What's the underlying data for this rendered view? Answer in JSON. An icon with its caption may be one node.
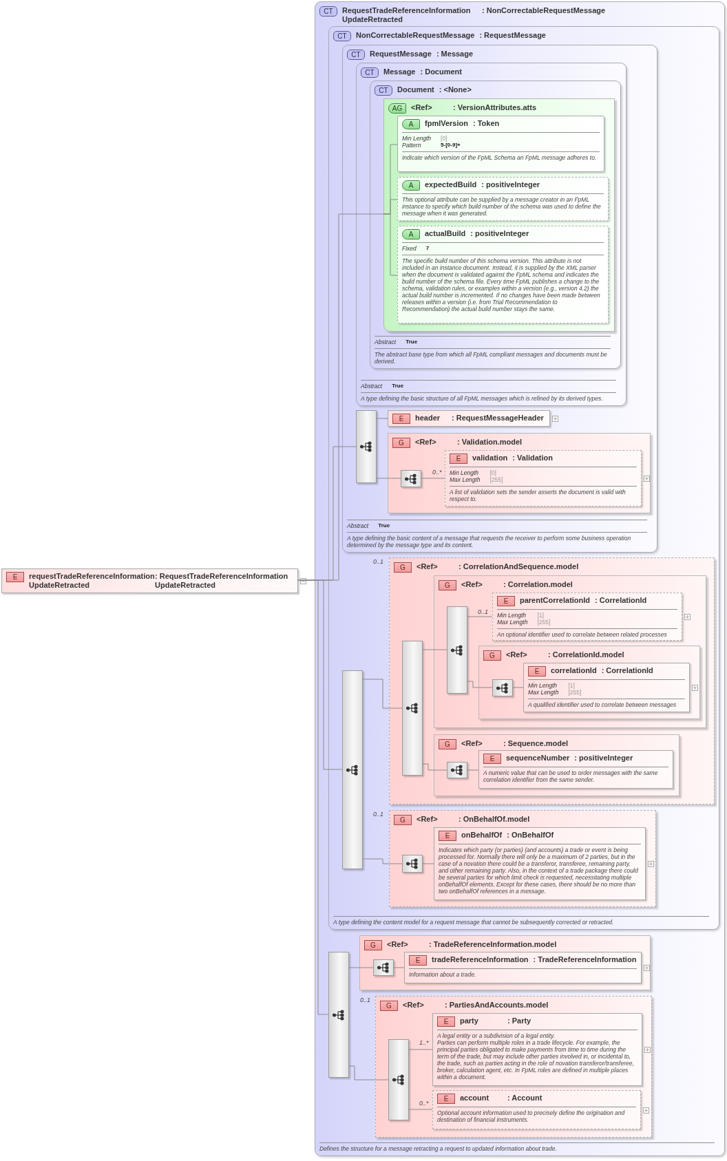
{
  "diagram": {
    "nodes": [
      {
        "text": [
          "E",
          "requestTradeReferenceInformation UpdateRetracted",
          ": RequestTradeReferenceInformation UpdateRetracted"
        ]
      },
      {
        "text": [
          "CT",
          "RequestTradeReferenceInformation UpdateRetracted",
          ": NonCorrectableRequestMessage",
          "Defines the structure for a message retracting a request to updated information about trade."
        ]
      },
      {
        "text": [
          "CT",
          "NonCorrectableRequestMessage",
          ": RequestMessage",
          "A type defining the content model for a request message that cannot be subsequently corrected or retracted."
        ],
        "in": 1
      },
      {
        "text": [
          "CT",
          "RequestMessage",
          ": Message",
          "Abstract",
          "True",
          "A type defining the basic content of a message that requests the receiver to perform some business operation determined by the message type and its content."
        ],
        "in": 2
      },
      {
        "text": [
          "CT",
          "Message",
          ": Document",
          "Abstract",
          "True",
          "A type defining the basic structure of all FpML messages which is refined by its derived types."
        ],
        "in": 3
      },
      {
        "text": [
          "CT",
          "Document",
          ": <None>",
          "Abstract",
          "True",
          "The abstract base type from which all FpML compliant messages and documents must be derived."
        ],
        "in": 4
      },
      {
        "text": [
          "AG",
          "<Ref>",
          ": VersionAttributes.atts"
        ],
        "in": 5
      },
      {
        "text": [
          "A",
          "fpmlVersion",
          ": Token",
          "Min Length",
          "[0]",
          "Pattern",
          "5-[0-9]+",
          "Indicate which version of the FpML Schema an FpML message adheres to."
        ],
        "in": 6
      },
      {
        "text": [
          "A",
          "expectedBuild",
          ": positiveInteger",
          "This optional attribute can be supplied by a message creator in an FpML instance to specify which build number of the schema was used to define the message when it was generated."
        ],
        "in": 6
      },
      {
        "text": [
          "A",
          "actualBuild",
          ": positiveInteger",
          "Fixed",
          "7",
          "The specific build number of this schema version. This attribute is not included in an instance document. Instead, it is supplied by the XML parser when the document is validated against the FpML schema and indicates the build number of the schema file. Every time FpML publishes a change to the schema, validation rules, or examples within a version (e.g., version 4.2) the actual build number is incremented. If no changes have been made between releases within a version (i.e. from Trial Recommendation to Recommendation) the actual build number stays the same."
        ],
        "in": 6
      },
      {
        "text": [],
        "shape": "box",
        "in": 3
      },
      {
        "text": [
          "E",
          "header",
          ": RequestMessageHeader"
        ],
        "in": 3
      },
      {
        "text": [
          "G",
          "<Ref>",
          ": Validation.model"
        ],
        "in": 3
      },
      {
        "text": [],
        "shape": "box",
        "in": 12
      },
      {
        "text": [
          "E",
          "validation",
          ": Validation",
          "Min Length",
          "[0]",
          "Max Length",
          "[255]",
          "A list of validation sets the sender asserts the document is valid with respect to."
        ],
        "in": 12,
        "beside": [
          "0..*"
        ]
      },
      {
        "text": [],
        "shape": "box",
        "in": 2
      },
      {
        "text": [
          "G",
          "<Ref>",
          ": CorrelationAndSequence.model"
        ],
        "in": 2,
        "beside": [
          "0..1"
        ]
      },
      {
        "text": [],
        "shape": "box",
        "in": 16
      },
      {
        "text": [
          "G",
          "<Ref>",
          ": Correlation.model"
        ],
        "in": 16
      },
      {
        "text": [],
        "shape": "box",
        "in": 18
      },
      {
        "text": [
          "E",
          "parentCorrelationId",
          ": CorrelationId",
          "Min Length",
          "[1]",
          "Max Length",
          "[255]",
          "An optional identifier used to correlate between related processes"
        ],
        "in": 18,
        "beside": [
          "0..1"
        ]
      },
      {
        "text": [
          "G",
          "<Ref>",
          ": CorrelationId.model"
        ],
        "in": 18
      },
      {
        "text": [],
        "shape": "box",
        "in": 21
      },
      {
        "text": [
          "E",
          "correlationId",
          ": CorrelationId",
          "Min Length",
          "[1]",
          "Max Length",
          "[255]",
          "A qualified identifier used to correlate between messages"
        ],
        "in": 21
      },
      {
        "text": [
          "G",
          "<Ref>",
          ": Sequence.model"
        ],
        "in": 16
      },
      {
        "text": [],
        "shape": "box",
        "in": 24
      },
      {
        "text": [
          "E",
          "sequenceNumber",
          ": positiveInteger",
          "A numeric value that can be used to order messages with the same correlation identifier from the same sender."
        ],
        "in": 24
      },
      {
        "text": [
          "G",
          "<Ref>",
          ": OnBehalfOf.model"
        ],
        "in": 2,
        "beside": [
          "0..1"
        ]
      },
      {
        "text": [],
        "shape": "box",
        "in": 27
      },
      {
        "text": [
          "E",
          "onBehalfOf",
          ": OnBehalfOf",
          "Indicates which party (or parties) (and accounts) a trade or event is being processed for. Normally there will only be a maximum of 2 parties, but in the case of a novation there could be a transferor, transferee, remaining party, and other remaining party. Also, in the context of a trade package there could be several parties for which limit check is requested, necessitating multiple onBehalfOf elements. Except for these cases, there should be no more than two onBehalfOf references in a message."
        ],
        "in": 27
      },
      {
        "text": [],
        "shape": "box",
        "in": 1
      },
      {
        "text": [
          "G",
          "<Ref>",
          ": TradeReferenceInformation.model"
        ],
        "in": 1
      },
      {
        "text": [],
        "shape": "box",
        "in": 31
      },
      {
        "text": [
          "E",
          "tradeReferenceInformation",
          ": TradeReferenceInformation",
          "Information about a trade."
        ],
        "in": 31
      },
      {
        "text": [
          "G",
          "<Ref>",
          ": PartiesAndAccounts.model"
        ],
        "in": 1,
        "beside": [
          "0..1"
        ]
      },
      {
        "text": [],
        "shape": "box",
        "in": 34
      },
      {
        "text": [
          "E",
          "party",
          ": Party",
          "A legal entity or a subdivision of a legal entity.",
          "Parties can perform multiple roles in a trade lifecycle. For example, the principal parties obligated to make payments from time to time during the term of the trade, but may include other parties involved in, or incidental to, the trade, such as parties acting in the role of novation transferor/transferee, broker, calculation agent, etc. In FpML roles are defined in multiple places within a document."
        ],
        "in": 34,
        "beside": [
          "1..*"
        ]
      },
      {
        "text": [
          "E",
          "account",
          ": Account",
          "Optional account information used to precisely define the origination and destination of financial instruments."
        ],
        "in": 34,
        "beside": [
          "0..*"
        ]
      }
    ],
    "edges": [
      {
        "from": 0,
        "to": 6,
        "arrow": "none"
      },
      {
        "from": 0,
        "to": 10,
        "arrow": "none"
      },
      {
        "from": 0,
        "to": 15,
        "arrow": "none"
      },
      {
        "from": 0,
        "to": 30,
        "arrow": "none"
      },
      {
        "from": 6,
        "to": 7,
        "arrow": "none"
      },
      {
        "from": 6,
        "to": 8,
        "arrow": "none"
      },
      {
        "from": 6,
        "to": 9,
        "arrow": "none"
      },
      {
        "from": 10,
        "to": 11,
        "arrow": "none"
      },
      {
        "from": 10,
        "to": 13,
        "arrow": "none"
      },
      {
        "from": 13,
        "to": 14,
        "arrow": "none"
      },
      {
        "from": 15,
        "to": 17,
        "arrow": "none"
      },
      {
        "from": 15,
        "to": 28,
        "arrow": "none"
      },
      {
        "from": 17,
        "to": 19,
        "arrow": "none"
      },
      {
        "from": 17,
        "to": 25,
        "arrow": "none"
      },
      {
        "from": 19,
        "to": 20,
        "arrow": "none"
      },
      {
        "from": 19,
        "to": 22,
        "arrow": "none"
      },
      {
        "from": 22,
        "to": 23,
        "arrow": "none"
      },
      {
        "from": 25,
        "to": 26,
        "arrow": "none"
      },
      {
        "from": 28,
        "to": 29,
        "arrow": "none"
      },
      {
        "from": 30,
        "to": 32,
        "arrow": "none"
      },
      {
        "from": 30,
        "to": 35,
        "arrow": "none"
      },
      {
        "from": 32,
        "to": 33,
        "arrow": "none"
      },
      {
        "from": 35,
        "to": 36,
        "arrow": "none"
      },
      {
        "from": 35,
        "to": 37,
        "arrow": "none"
      }
    ]
  }
}
